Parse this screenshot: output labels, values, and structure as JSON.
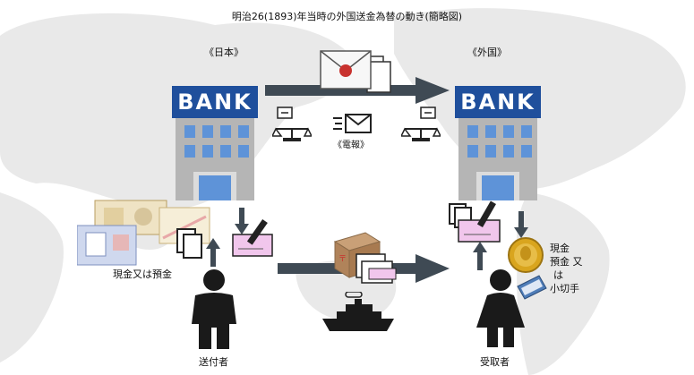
{
  "title": "明治26(1893)年当時の外国送金為替の動き(簡略図)",
  "japan_label": "《日本》",
  "foreign_label": "《外国》",
  "telegraph_label": "《電報》",
  "cash_deposit_label": "現金又は預金",
  "sender_label": "送付者",
  "receiver_label": "受取者",
  "receiver_options": [
    "現金",
    "預金 又",
    "は",
    "小切手"
  ],
  "bank_sign": "BANK",
  "colors": {
    "map_land": "#e9e9e9",
    "bank_blue": "#1f4f9c",
    "bank_body": "#b5b5b5",
    "window_blue": "#5e93d8",
    "arrow": "#3f4a54",
    "slip_pink": "#f1c6ec",
    "person": "#1a1a1a",
    "gold": "#d9a51e"
  },
  "icons": [
    "bank-building-icon",
    "letter-envelope-icon",
    "balance-scale-icon",
    "email-icon",
    "banknotes-icon",
    "documents-icon",
    "pen-slip-icon",
    "parcel-icon",
    "ship-icon",
    "person-icon",
    "gold-coin-icon",
    "passbook-icon"
  ]
}
